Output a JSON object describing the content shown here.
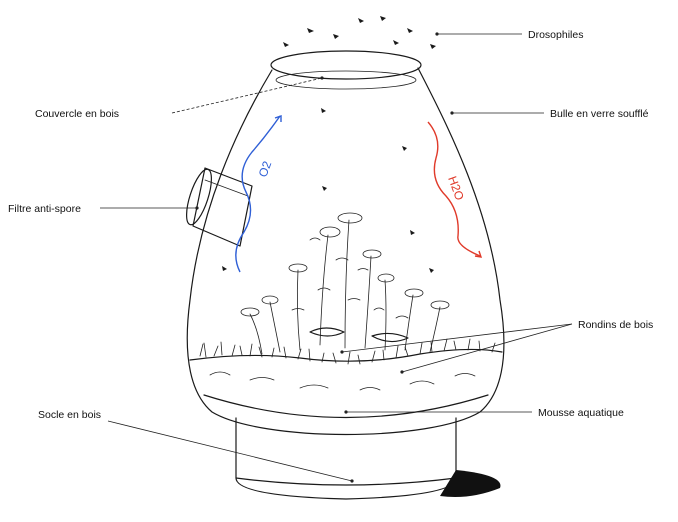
{
  "diagram": {
    "labels": {
      "drosophiles": "Drosophiles",
      "couvercle": "Couvercle en bois",
      "bulle": "Bulle en verre soufflé",
      "filtre": "Filtre anti-spore",
      "rondins": "Rondins de bois",
      "mousse": "Mousse aquatique",
      "socle": "Socle en bois"
    },
    "flows": {
      "o2": {
        "text": "O2",
        "color": "#2f5fd6"
      },
      "h2o": {
        "text": "H2O",
        "color": "#e03a2a"
      }
    }
  }
}
